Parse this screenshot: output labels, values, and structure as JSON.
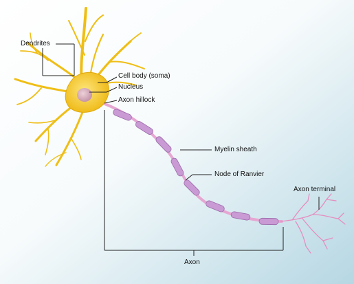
{
  "labels": {
    "dendrites": "Dendrites",
    "cell_body": "Cell body (soma)",
    "nucleus": "Nucleus",
    "axon_hillock": "Axon hillock",
    "myelin_sheath": "Myelin sheath",
    "node_of_ranvier": "Node of Ranvier",
    "axon_terminal": "Axon terminal",
    "axon": "Axon"
  },
  "colors": {
    "background_light": "#ffffff",
    "background_tint": "#bcdbe6",
    "neuron_yellow": "#f2c21b",
    "neuron_highlight": "#fde57a",
    "nucleus": "#cfa2c4",
    "myelin": "#c79ad3",
    "axon_pink": "#e58ec1",
    "leader_line": "#222222"
  }
}
